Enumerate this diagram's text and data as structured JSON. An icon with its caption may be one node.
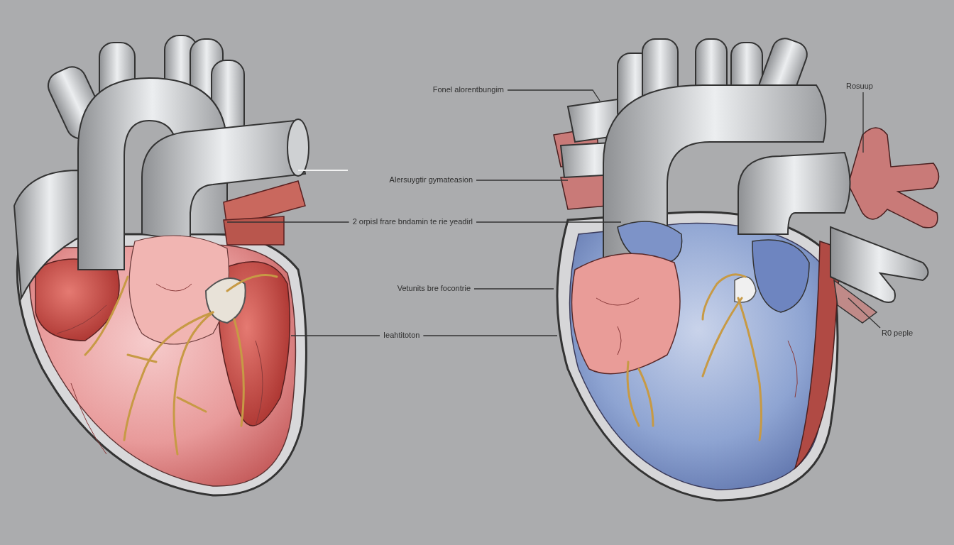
{
  "diagram": {
    "nodes": [
      {
        "text": [
          "Fonel alorentbungim"
        ]
      },
      {
        "text": [
          "Alersuygtir gymateasion"
        ]
      },
      {
        "text": [
          "2 orpisl frare bndamin te rie yeadirl"
        ]
      },
      {
        "text": [
          "Vetunits bre focontrie"
        ]
      },
      {
        "text": [
          "Ieahtitoton"
        ]
      },
      {
        "text": [
          "Rosuup"
        ]
      },
      {
        "text": [
          "R0 peple"
        ]
      }
    ],
    "edges": [
      {
        "from": 0,
        "to": null,
        "arrow": "none"
      },
      {
        "from": 1,
        "to": null,
        "arrow": "none"
      },
      {
        "from": 2,
        "to": null,
        "arrow": "none"
      },
      {
        "from": 2,
        "to": null,
        "arrow": "none"
      },
      {
        "from": 3,
        "to": null,
        "arrow": "none"
      },
      {
        "from": 4,
        "to": null,
        "arrow": "none"
      },
      {
        "from": 4,
        "to": null,
        "arrow": "none"
      },
      {
        "from": 5,
        "to": null,
        "arrow": "none"
      },
      {
        "from": 6,
        "to": null,
        "arrow": "none"
      }
    ]
  }
}
